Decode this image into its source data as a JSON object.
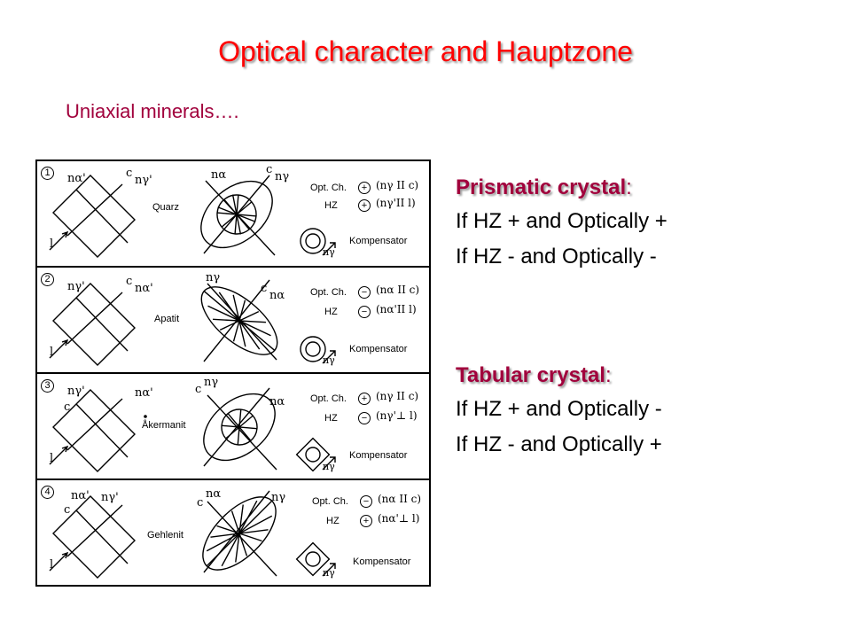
{
  "title": "Optical character and Hauptzone",
  "subtitle": "Uniaxial minerals….",
  "prismatic": {
    "heading": "Prismatic crystal",
    "colon": ":",
    "lines": [
      "If HZ + and Optically +",
      "If HZ - and Optically -"
    ]
  },
  "tabular": {
    "heading": "Tabular crystal",
    "colon": ":",
    "lines": [
      "If HZ + and Optically -",
      "If HZ - and Optically +"
    ]
  },
  "figure": {
    "labels": {
      "opt_ch": "Opt. Ch.",
      "hz": "HZ",
      "kompensator": "Kompensator",
      "c": "c",
      "l": "l",
      "n_alpha": "nα",
      "n_gamma": "nγ",
      "n_alpha_prime": "nα'",
      "n_gamma_prime": "nγ'",
      "n_gamma_short": "nγ",
      "plus": "+",
      "minus": "−"
    },
    "panels": [
      {
        "number": "1",
        "mineral": "Quarz",
        "opt_sign": "+",
        "hz_sign": "+",
        "opt_rel": "(nγ II c)",
        "hz_rel": "(nγ'II l)"
      },
      {
        "number": "2",
        "mineral": "Apatit",
        "opt_sign": "−",
        "hz_sign": "−",
        "opt_rel": "(nα II c)",
        "hz_rel": "(nα'II l)"
      },
      {
        "number": "3",
        "mineral": "Åkermanit",
        "opt_sign": "+",
        "hz_sign": "−",
        "opt_rel": "(nγ II c)",
        "hz_rel": "(nγ'⊥ l)"
      },
      {
        "number": "4",
        "mineral": "Gehlenit",
        "opt_sign": "−",
        "hz_sign": "+",
        "opt_rel": "(nα II c)",
        "hz_rel": "(nα'⊥ l)"
      }
    ]
  }
}
